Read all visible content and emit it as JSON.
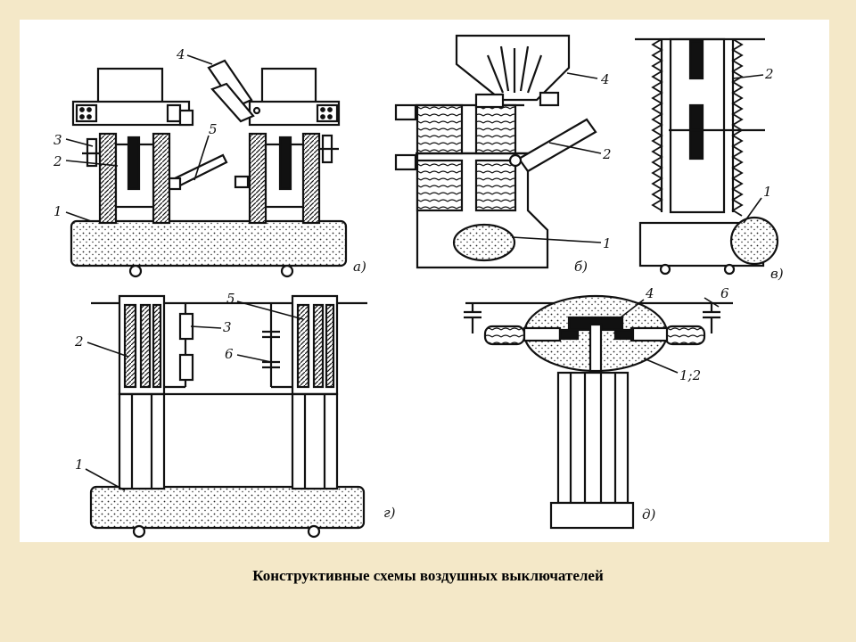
{
  "caption": "Конструктивные схемы воздушных выключателей",
  "figures": {
    "a": {
      "letter": "а)",
      "labels": [
        "1",
        "2",
        "3",
        "4",
        "5"
      ]
    },
    "b": {
      "letter": "б)",
      "labels": [
        "1",
        "2",
        "4"
      ]
    },
    "v": {
      "letter": "в)",
      "labels": [
        "1",
        "2"
      ]
    },
    "g": {
      "letter": "г)",
      "labels": [
        "1",
        "2",
        "3",
        "5",
        "6"
      ]
    },
    "d": {
      "letter": "д)",
      "labels": [
        "1;2",
        "4",
        "6"
      ]
    }
  },
  "colors": {
    "background": "#f4e8c8",
    "panel": "#ffffff",
    "ink": "#111111"
  }
}
